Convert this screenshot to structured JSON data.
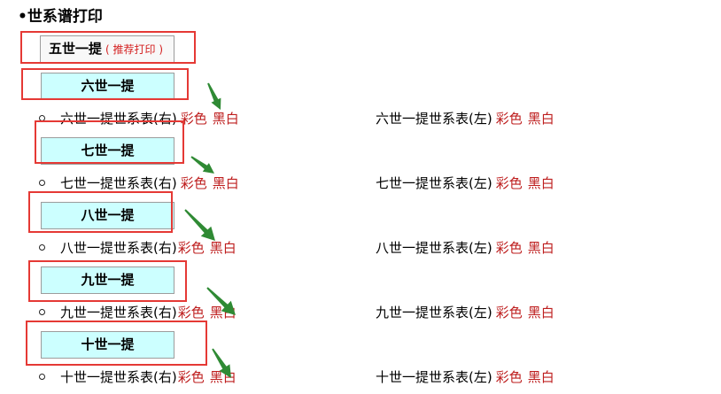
{
  "section": {
    "title": "•世系谱打印"
  },
  "featured": {
    "label": "五世一提",
    "note": "( 推荐打印 )"
  },
  "generations": [
    {
      "label": "六世一提",
      "right_table": {
        "title": "六世一提世系表(右)",
        "color_link": "彩色",
        "bw_link": "黑白"
      },
      "left_table": {
        "title": "六世一提世系表(左)",
        "color_link": "彩色",
        "bw_link": "黑白"
      }
    },
    {
      "label": "七世一提",
      "right_table": {
        "title": "七世一提世系表(右)",
        "color_link": "彩色",
        "bw_link": "黑白"
      },
      "left_table": {
        "title": "七世一提世系表(左)",
        "color_link": "彩色",
        "bw_link": "黑白"
      }
    },
    {
      "label": "八世一提",
      "right_table": {
        "title": "八世一提世系表(右)",
        "color_link": "彩色",
        "bw_link": "黑白"
      },
      "left_table": {
        "title": "八世一提世系表(左)",
        "color_link": "彩色",
        "bw_link": "黑白"
      }
    },
    {
      "label": "九世一提",
      "right_table": {
        "title": "九世一提世系表(右)",
        "color_link": "彩色",
        "bw_link": "黑白"
      },
      "left_table": {
        "title": "九世一提世系表(左)",
        "color_link": "彩色",
        "bw_link": "黑白"
      }
    },
    {
      "label": "十世一提",
      "right_table": {
        "title": "十世一提世系表(右)",
        "color_link": "彩色",
        "bw_link": "黑白"
      },
      "left_table": {
        "title": "十世一提世系表(左)",
        "color_link": "彩色",
        "bw_link": "黑白"
      }
    }
  ],
  "colors": {
    "link": "#be1e1e",
    "note": "#d42020",
    "button_bg": "#ccffff",
    "annotation_box": "#e53935",
    "annotation_arrow": "#2f8a34"
  }
}
